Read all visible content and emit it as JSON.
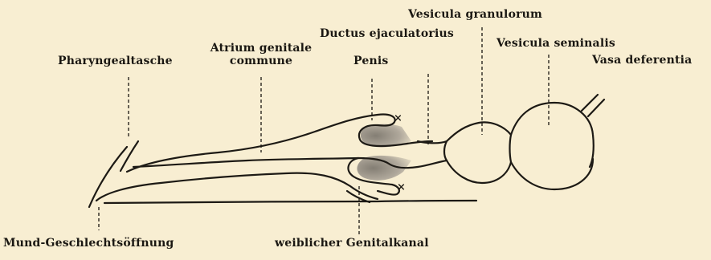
{
  "labels": {
    "vesicula_granulorum": "Vesicula granulorum",
    "ductus_ejaculatorius": "Ductus ejaculatorius",
    "vesicula_seminalis": "Vesicula seminalis",
    "atrium_genitale": "Atrium genitale",
    "commune": "commune",
    "pharyngealtasche": "Pharyngealtasche",
    "penis": "Penis",
    "vasa_deferentia": "Vasa deferentia",
    "mund_geschlechtsoeffnung": "Mund-Geschlechtsöffnung",
    "weiblicher_genitalkanal": "weiblicher Genitalkanal"
  },
  "marks": {
    "upper_cross": "×",
    "lower_cross": "×"
  },
  "colors": {
    "paper": "#f8eed2",
    "ink": "#1d1a15",
    "penis_shading": "#9a938a"
  }
}
